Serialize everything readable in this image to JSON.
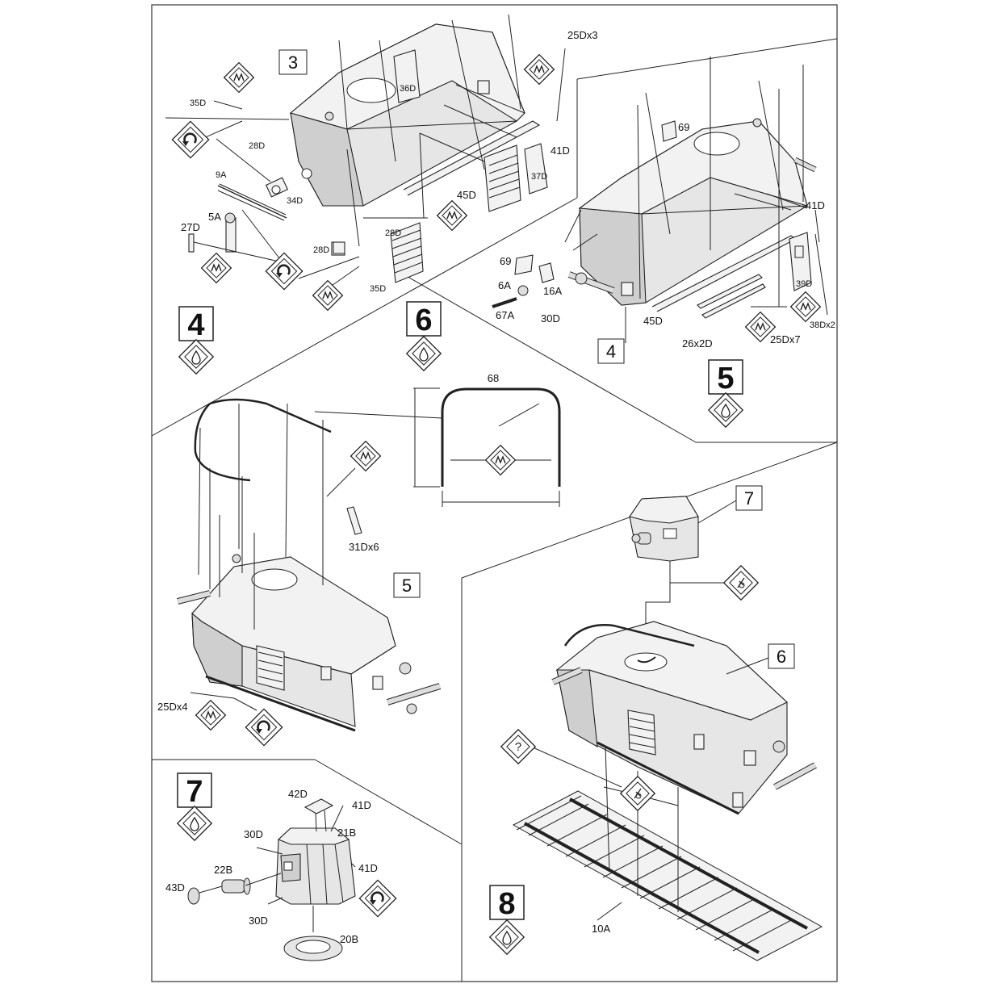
{
  "steps": {
    "step4": "4",
    "step5": "5",
    "step6": "6",
    "step7": "7",
    "step8": "8"
  },
  "assemblies": {
    "a3": "3",
    "a4": "4",
    "a5": "5",
    "a6": "6",
    "a7": "7"
  },
  "parts": {
    "p25Dx3": "25Dx3",
    "p35D_a": "35D",
    "p28D_a": "28D",
    "p36D": "36D",
    "p41D_a": "41D",
    "p37D": "37D",
    "p45D_a": "45D",
    "p9A": "9A",
    "p34D": "34D",
    "p5A": "5A",
    "p27D": "27D",
    "p28D_b": "28D",
    "p28D_c": "28D",
    "p35D_b": "35D",
    "p69_a": "69",
    "p41D_b": "41D",
    "p69_b": "69",
    "p6A": "6A",
    "p16A": "16A",
    "p67A": "67A",
    "p30D_a": "30D",
    "p45D_b": "45D",
    "p39D": "39D",
    "p26x2D": "26x2D",
    "p25Dx7": "25Dx7",
    "p38Dx2": "38Dx2",
    "p68": "68",
    "p31Dx6": "31Dx6",
    "p25Dx4": "25Dx4",
    "p42D": "42D",
    "p41D_c": "41D",
    "p21B": "21B",
    "p30D_b": "30D",
    "p22B": "22B",
    "p43D": "43D",
    "p41D_d": "41D",
    "p30D_c": "30D",
    "p20B": "20B",
    "p10A": "10A"
  },
  "icons": {
    "photoetch": "photo-etch-bend-icon",
    "glue": "glue-drop-icon",
    "turn": "turn-over-icon",
    "question": "optional-part-icon",
    "cement": "plastic-cement-icon"
  }
}
